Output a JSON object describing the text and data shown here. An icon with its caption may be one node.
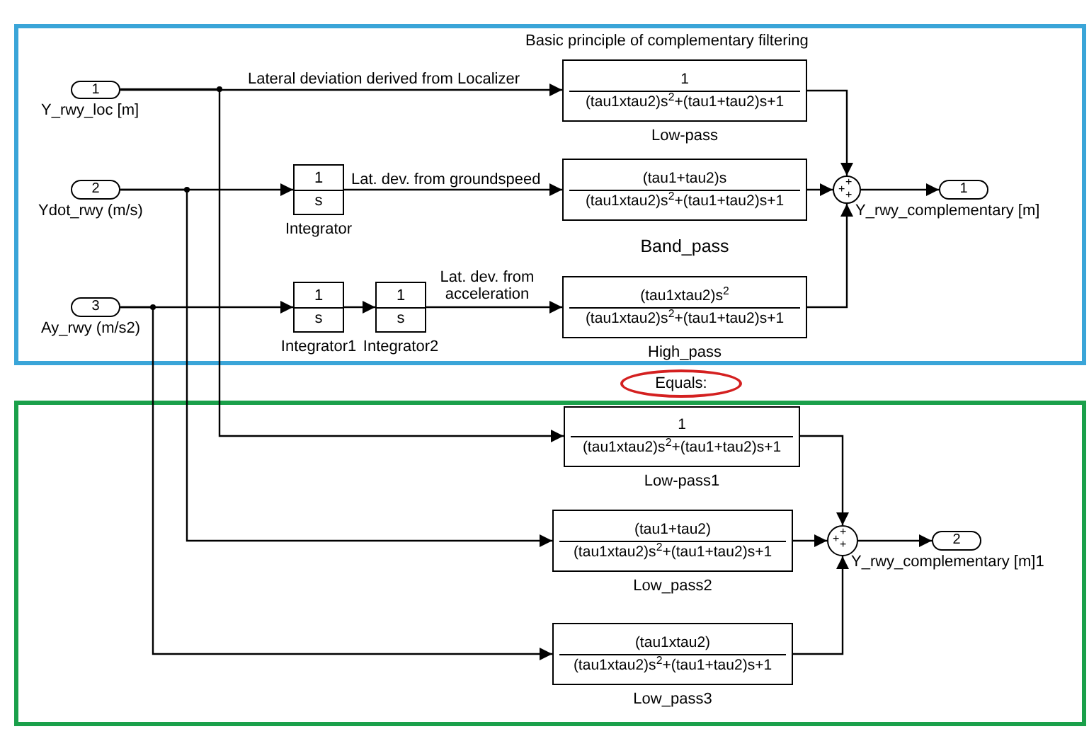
{
  "diagram": {
    "nodes": [
      {
        "text": [
          "Basic principle of complementary filtering"
        ]
      },
      {
        "text": [
          "1"
        ],
        "beside": [
          "Y_rwy_loc [m]"
        ],
        "in": 0
      },
      {
        "text": [
          "2"
        ],
        "beside": [
          "Ydot_rwy (m/s)"
        ],
        "in": 0
      },
      {
        "text": [
          "3"
        ],
        "beside": [
          "Ay_rwy (m/s2)"
        ],
        "in": 0
      },
      {
        "text": [
          "1",
          "s"
        ],
        "beside": [
          "Integrator"
        ],
        "in": 0
      },
      {
        "text": [
          "1",
          "s"
        ],
        "beside": [
          "Integrator1"
        ],
        "in": 0
      },
      {
        "text": [
          "1",
          "s"
        ],
        "beside": [
          "Integrator2"
        ],
        "in": 0
      },
      {
        "text": [
          "1",
          "(tau1xtau2)s$^{2}$+(tau1+tau2)s+1"
        ],
        "beside": [
          "Low-pass"
        ],
        "in": 0
      },
      {
        "text": [
          "(tau1+tau2)s",
          "(tau1xtau2)s$^{2}$+(tau1+tau2)s+1"
        ],
        "beside": [
          "Band_pass"
        ],
        "in": 0
      },
      {
        "text": [
          "(tau1xtau2)s$^{2}$",
          "(tau1xtau2)s$^{2}$+(tau1+tau2)s+1"
        ],
        "beside": [
          "High_pass"
        ],
        "in": 0
      },
      {
        "text": [
          "+",
          "+",
          "+"
        ],
        "in": 0
      },
      {
        "text": [
          "1"
        ],
        "beside": [
          "Y_rwy_complementary [m]"
        ],
        "in": 0
      },
      {
        "text": [
          "Equals:"
        ]
      },
      {
        "text": [],
        "shape": "box"
      },
      {
        "text": [
          "1",
          "(tau1xtau2)s$^{2}$+(tau1+tau2)s+1"
        ],
        "beside": [
          "Low-pass1"
        ],
        "in": 13
      },
      {
        "text": [
          "(tau1+tau2)",
          "(tau1xtau2)s$^{2}$+(tau1+tau2)s+1"
        ],
        "beside": [
          "Low_pass2"
        ],
        "in": 13
      },
      {
        "text": [
          "(tau1xtau2)",
          "(tau1xtau2)s$^{2}$+(tau1+tau2)s+1"
        ],
        "beside": [
          "Low_pass3"
        ],
        "in": 13
      },
      {
        "text": [
          "+",
          "+",
          "+"
        ],
        "in": 13
      },
      {
        "text": [
          "2"
        ],
        "beside": [
          "Y_rwy_complementary [m]1"
        ],
        "in": 13
      }
    ],
    "edges": [
      {
        "from": 1,
        "to": 7,
        "arrow": "to",
        "label": "Lateral deviation derived from Localizer"
      },
      {
        "from": 2,
        "to": 4,
        "arrow": "to"
      },
      {
        "from": 4,
        "to": 8,
        "arrow": "to",
        "label": "Lat. dev. from groundspeed"
      },
      {
        "from": 3,
        "to": 5,
        "arrow": "to"
      },
      {
        "from": 5,
        "to": 6,
        "arrow": "to"
      },
      {
        "from": 6,
        "to": 9,
        "arrow": "to",
        "label": "Lat. dev. from acceleration"
      },
      {
        "from": 7,
        "to": 10,
        "arrow": "to"
      },
      {
        "from": 8,
        "to": 10,
        "arrow": "to"
      },
      {
        "from": 9,
        "to": 10,
        "arrow": "to"
      },
      {
        "from": 10,
        "to": 11,
        "arrow": "to"
      },
      {
        "from": 1,
        "to": 14,
        "arrow": "to"
      },
      {
        "from": 2,
        "to": 15,
        "arrow": "to"
      },
      {
        "from": 3,
        "to": 16,
        "arrow": "to"
      },
      {
        "from": 14,
        "to": 17,
        "arrow": "to"
      },
      {
        "from": 15,
        "to": 17,
        "arrow": "to"
      },
      {
        "from": 16,
        "to": 17,
        "arrow": "to"
      },
      {
        "from": 17,
        "to": 18,
        "arrow": "to"
      }
    ]
  }
}
